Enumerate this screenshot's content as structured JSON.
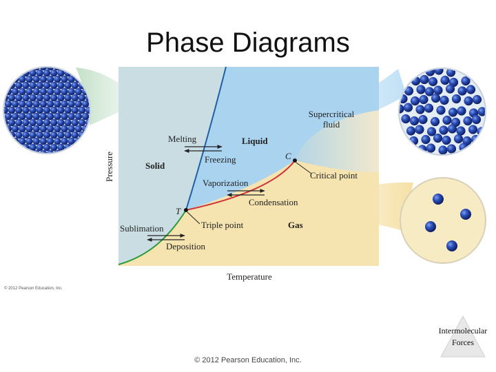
{
  "slide": {
    "title": "Phase Diagrams",
    "footer": "© 2012 Pearson Education, Inc.",
    "nav_label": "Intermolecular Forces"
  },
  "figure": {
    "copyright": "© 2012 Pearson Education, Inc.",
    "axes": {
      "x_label": "Temperature",
      "y_label": "Pressure"
    },
    "regions": {
      "solid": "Solid",
      "liquid": "Liquid",
      "gas": "Gas",
      "supercritical_line1": "Supercritical",
      "supercritical_line2": "fluid"
    },
    "processes": {
      "melting": "Melting",
      "freezing": "Freezing",
      "vaporization": "Vaporization",
      "condensation": "Condensation",
      "sublimation": "Sublimation",
      "deposition": "Deposition"
    },
    "points": {
      "critical_letter": "C",
      "critical": "Critical point",
      "triple_letter": "T",
      "triple": "Triple point"
    },
    "colors": {
      "solid_region": "#c9dde3",
      "liquid_region": "#a9d3ef",
      "gas_region": "#f5e3b0",
      "melting_curve": "#1e5fa8",
      "vaporization_curve": "#d0323a",
      "sublimation_curve": "#2a9a3a",
      "particle": "#1e3c96"
    }
  }
}
